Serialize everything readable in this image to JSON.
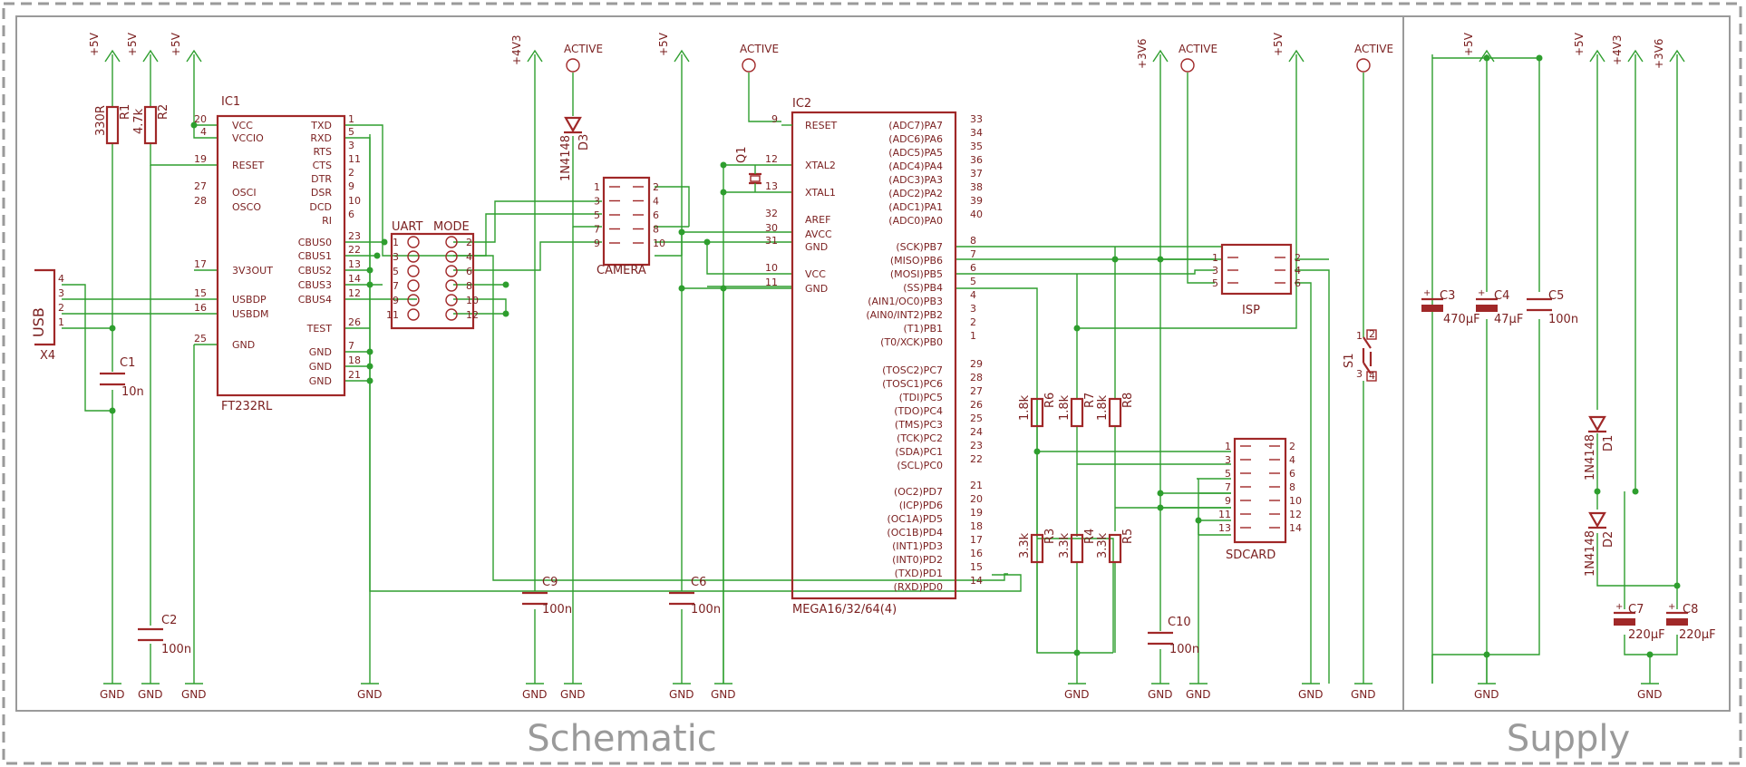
{
  "frames": {
    "schematic_title": "Schematic",
    "supply_title": "Supply"
  },
  "nets": {
    "p5v": "+5V",
    "p4v3": "+4V3",
    "p3v6": "+3V6",
    "active": "ACTIVE",
    "gnd": "GND"
  },
  "ic1": {
    "ref": "IC1",
    "value": "FT232RL",
    "left_pins": [
      {
        "num": "20",
        "name": "VCC"
      },
      {
        "num": "4",
        "name": "VCCIO"
      },
      {
        "num": "19",
        "name": "RESET"
      },
      {
        "num": "27",
        "name": "OSCI"
      },
      {
        "num": "28",
        "name": "OSCO"
      },
      {
        "num": "17",
        "name": "3V3OUT"
      },
      {
        "num": "15",
        "name": "USBDP"
      },
      {
        "num": "16",
        "name": "USBDM"
      },
      {
        "num": "25",
        "name": "GND"
      }
    ],
    "right_pins": [
      {
        "num": "1",
        "name": "TXD"
      },
      {
        "num": "5",
        "name": "RXD"
      },
      {
        "num": "3",
        "name": "RTS"
      },
      {
        "num": "11",
        "name": "CTS"
      },
      {
        "num": "2",
        "name": "DTR"
      },
      {
        "num": "9",
        "name": "DSR"
      },
      {
        "num": "10",
        "name": "DCD"
      },
      {
        "num": "6",
        "name": "RI"
      },
      {
        "num": "23",
        "name": "CBUS0"
      },
      {
        "num": "22",
        "name": "CBUS1"
      },
      {
        "num": "13",
        "name": "CBUS2"
      },
      {
        "num": "14",
        "name": "CBUS3"
      },
      {
        "num": "12",
        "name": "CBUS4"
      },
      {
        "num": "26",
        "name": "TEST"
      },
      {
        "num": "7",
        "name": "GND"
      },
      {
        "num": "18",
        "name": "GND"
      },
      {
        "num": "21",
        "name": "GND"
      }
    ]
  },
  "ic2": {
    "ref": "IC2",
    "value": "MEGA16/32/64(4)",
    "left_pins": [
      {
        "num": "9",
        "name": "RESET"
      },
      {
        "num": "12",
        "name": "XTAL2"
      },
      {
        "num": "13",
        "name": "XTAL1"
      },
      {
        "num": "32",
        "name": "AREF"
      },
      {
        "num": "30",
        "name": "AVCC"
      },
      {
        "num": "31",
        "name": "GND"
      },
      {
        "num": "10",
        "name": "VCC"
      },
      {
        "num": "11",
        "name": "GND"
      }
    ],
    "right_pins": [
      {
        "num": "33",
        "name": "(ADC7)PA7"
      },
      {
        "num": "34",
        "name": "(ADC6)PA6"
      },
      {
        "num": "35",
        "name": "(ADC5)PA5"
      },
      {
        "num": "36",
        "name": "(ADC4)PA4"
      },
      {
        "num": "37",
        "name": "(ADC3)PA3"
      },
      {
        "num": "38",
        "name": "(ADC2)PA2"
      },
      {
        "num": "39",
        "name": "(ADC1)PA1"
      },
      {
        "num": "40",
        "name": "(ADC0)PA0"
      },
      {
        "num": "8",
        "name": "(SCK)PB7"
      },
      {
        "num": "7",
        "name": "(MISO)PB6"
      },
      {
        "num": "6",
        "name": "(MOSI)PB5"
      },
      {
        "num": "5",
        "name": "(SS)PB4"
      },
      {
        "num": "4",
        "name": "(AIN1/OC0)PB3"
      },
      {
        "num": "3",
        "name": "(AIN0/INT2)PB2"
      },
      {
        "num": "2",
        "name": "(T1)PB1"
      },
      {
        "num": "1",
        "name": "(T0/XCK)PB0"
      },
      {
        "num": "29",
        "name": "(TOSC2)PC7"
      },
      {
        "num": "28",
        "name": "(TOSC1)PC6"
      },
      {
        "num": "27",
        "name": "(TDI)PC5"
      },
      {
        "num": "26",
        "name": "(TDO)PC4"
      },
      {
        "num": "25",
        "name": "(TMS)PC3"
      },
      {
        "num": "24",
        "name": "(TCK)PC2"
      },
      {
        "num": "23",
        "name": "(SDA)PC1"
      },
      {
        "num": "22",
        "name": "(SCL)PC0"
      },
      {
        "num": "21",
        "name": "(OC2)PD7"
      },
      {
        "num": "20",
        "name": "(ICP)PD6"
      },
      {
        "num": "19",
        "name": "(OC1A)PD5"
      },
      {
        "num": "18",
        "name": "(OC1B)PD4"
      },
      {
        "num": "17",
        "name": "(INT1)PD3"
      },
      {
        "num": "16",
        "name": "(INT0)PD2"
      },
      {
        "num": "15",
        "name": "(TXD)PD1"
      },
      {
        "num": "14",
        "name": "(RXD)PD0"
      }
    ]
  },
  "uart_mode": {
    "title_left": "UART",
    "title_right": "MODE",
    "pins_left": [
      "1",
      "3",
      "5",
      "7",
      "9",
      "11"
    ],
    "pins_right": [
      "2",
      "4",
      "6",
      "8",
      "10",
      "12"
    ]
  },
  "camera": {
    "ref": "CAMERA",
    "pins_left": [
      "1",
      "3",
      "5",
      "7",
      "9"
    ],
    "pins_right": [
      "2",
      "4",
      "6",
      "8",
      "10"
    ]
  },
  "isp": {
    "ref": "ISP",
    "pins_left": [
      "1",
      "3",
      "5"
    ],
    "pins_right": [
      "2",
      "4",
      "6"
    ]
  },
  "sdcard": {
    "ref": "SDCARD",
    "pins_left": [
      "1",
      "3",
      "5",
      "7",
      "9",
      "11",
      "13"
    ],
    "pins_right": [
      "2",
      "4",
      "6",
      "8",
      "10",
      "12",
      "14"
    ]
  },
  "usb": {
    "ref": "X4",
    "label": "USB",
    "pins": [
      "4",
      "3",
      "2",
      "1"
    ]
  },
  "parts": {
    "r1": {
      "ref": "R1",
      "value": "330R"
    },
    "r2": {
      "ref": "R2",
      "value": "4.7k"
    },
    "r3": {
      "ref": "R3",
      "value": "3.3k"
    },
    "r4": {
      "ref": "R4",
      "value": "3.3k"
    },
    "r5": {
      "ref": "R5",
      "value": "3.3k"
    },
    "r6": {
      "ref": "R6",
      "value": "1.8k"
    },
    "r7": {
      "ref": "R7",
      "value": "1.8k"
    },
    "r8": {
      "ref": "R8",
      "value": "1.8k"
    },
    "c1": {
      "ref": "C1",
      "value": "10n"
    },
    "c2": {
      "ref": "C2",
      "value": "100n"
    },
    "c3": {
      "ref": "C3",
      "value": "470µF"
    },
    "c4": {
      "ref": "C4",
      "value": "47µF"
    },
    "c5": {
      "ref": "C5",
      "value": "100n"
    },
    "c6": {
      "ref": "C6",
      "value": "100n"
    },
    "c7": {
      "ref": "C7",
      "value": "220µF"
    },
    "c8": {
      "ref": "C8",
      "value": "220µF"
    },
    "c9": {
      "ref": "C9",
      "value": "100n"
    },
    "c10": {
      "ref": "C10",
      "value": "100n"
    },
    "d1": {
      "ref": "D1",
      "value": "1N4148"
    },
    "d2": {
      "ref": "D2",
      "value": "1N4148"
    },
    "d3": {
      "ref": "D3",
      "value": "1N4148"
    },
    "q1": {
      "ref": "Q1"
    },
    "s1": {
      "ref": "S1",
      "pins": [
        "1",
        "2",
        "3",
        "4"
      ]
    }
  }
}
